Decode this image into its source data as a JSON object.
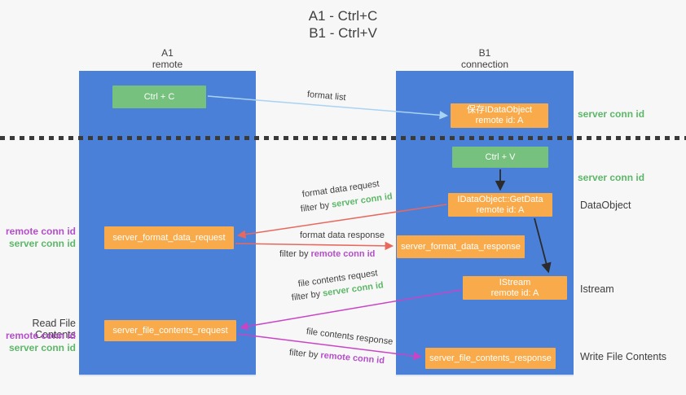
{
  "title": {
    "line1": "A1 - Ctrl+C",
    "line2": "B1 - Ctrl+V"
  },
  "columns": {
    "left": {
      "name": "A1",
      "subtitle": "remote"
    },
    "right": {
      "name": "B1",
      "subtitle": "connection"
    }
  },
  "nodes": {
    "ctrl_c": {
      "label": "Ctrl + C"
    },
    "save_idataobject": {
      "line1": "保存IDataObject",
      "line2": "remote id: A"
    },
    "ctrl_v": {
      "label": "Ctrl + V"
    },
    "getdata": {
      "line1": "IDataObject::GetData",
      "line2": "remote id: A"
    },
    "format_request": {
      "label": "server_format_data_request"
    },
    "format_response": {
      "label": "server_format_data_response"
    },
    "istream": {
      "line1": "IStream",
      "line2": "remote id: A"
    },
    "file_request": {
      "label": "server_file_contents_request"
    },
    "file_response": {
      "label": "server_file_contents_response"
    }
  },
  "arrow_labels": {
    "format_list": "format list",
    "format_data_request": "format data request",
    "format_data_response": "format data response",
    "file_contents_request": "file contents request",
    "file_contents_response": "file contents response",
    "filter_by": "filter by",
    "server_conn_id": "server conn id",
    "remote_conn_id": "remote conn id"
  },
  "side_labels": {
    "server_conn_id_top": "server conn id",
    "server_conn_id_mid": "server conn id",
    "dataobject": "DataObject",
    "istream": "Istream",
    "write_file_contents": "Write File Contents",
    "read_file_contents": "Read File Contents",
    "remote_conn_id": "remote conn id",
    "server_conn_id": "server conn id"
  },
  "colors": {
    "column_blue": "#4a80d8",
    "node_green": "#75c17d",
    "node_orange": "#f9ab4b",
    "arrow_light_blue": "#a9d3f2",
    "arrow_red": "#e8685e",
    "arrow_magenta": "#c944c5",
    "arrow_black": "#2b2b2b",
    "text_green": "#5cb767",
    "text_purple": "#b44ec9"
  }
}
